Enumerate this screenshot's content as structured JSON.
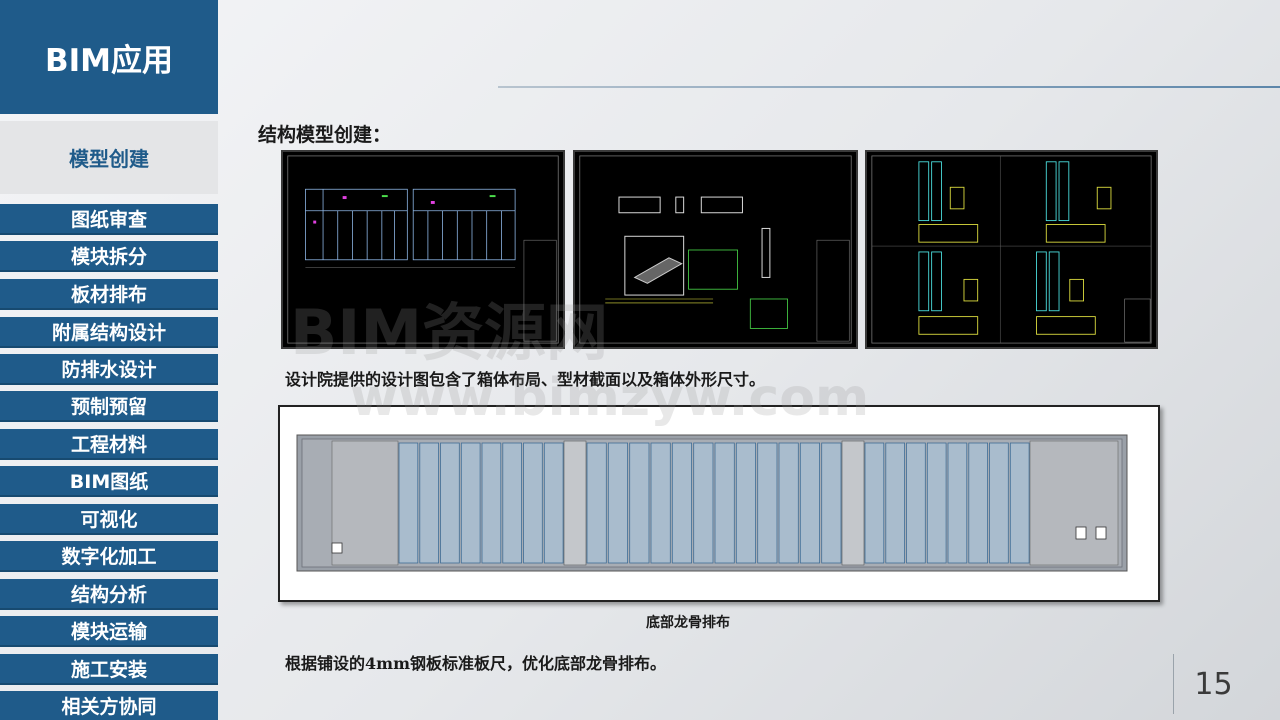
{
  "sidebar": {
    "brand": "BIM应用",
    "current": "模型创建",
    "items": [
      {
        "label": "图纸审查"
      },
      {
        "label": "模块拆分"
      },
      {
        "label": "板材排布"
      },
      {
        "label": "附属结构设计"
      },
      {
        "label": "防排水设计"
      },
      {
        "label": "预制预留"
      },
      {
        "label": "工程材料"
      },
      {
        "label": "BIM图纸"
      },
      {
        "label": "可视化"
      },
      {
        "label": "数字化加工"
      },
      {
        "label": "结构分析"
      },
      {
        "label": "模块运输"
      },
      {
        "label": "施工安装"
      },
      {
        "label": "相关方协同"
      }
    ]
  },
  "main": {
    "section_title": "结构模型创建：",
    "description1": "设计院提供的设计图包含了箱体布局、型材截面以及箱体外形尺寸。",
    "figure_caption": "底部龙骨排布",
    "description2": "根据铺设的4mm钢板标准板尺，优化底部龙骨排布。"
  },
  "watermark": {
    "line1": "BIM资源网",
    "line2": "www.bimzyw.com"
  },
  "page_number": "15",
  "colors": {
    "sidebar_blue": "#1f5b8a",
    "current_bg": "#e4e5e7",
    "cad_background": "#000000"
  }
}
